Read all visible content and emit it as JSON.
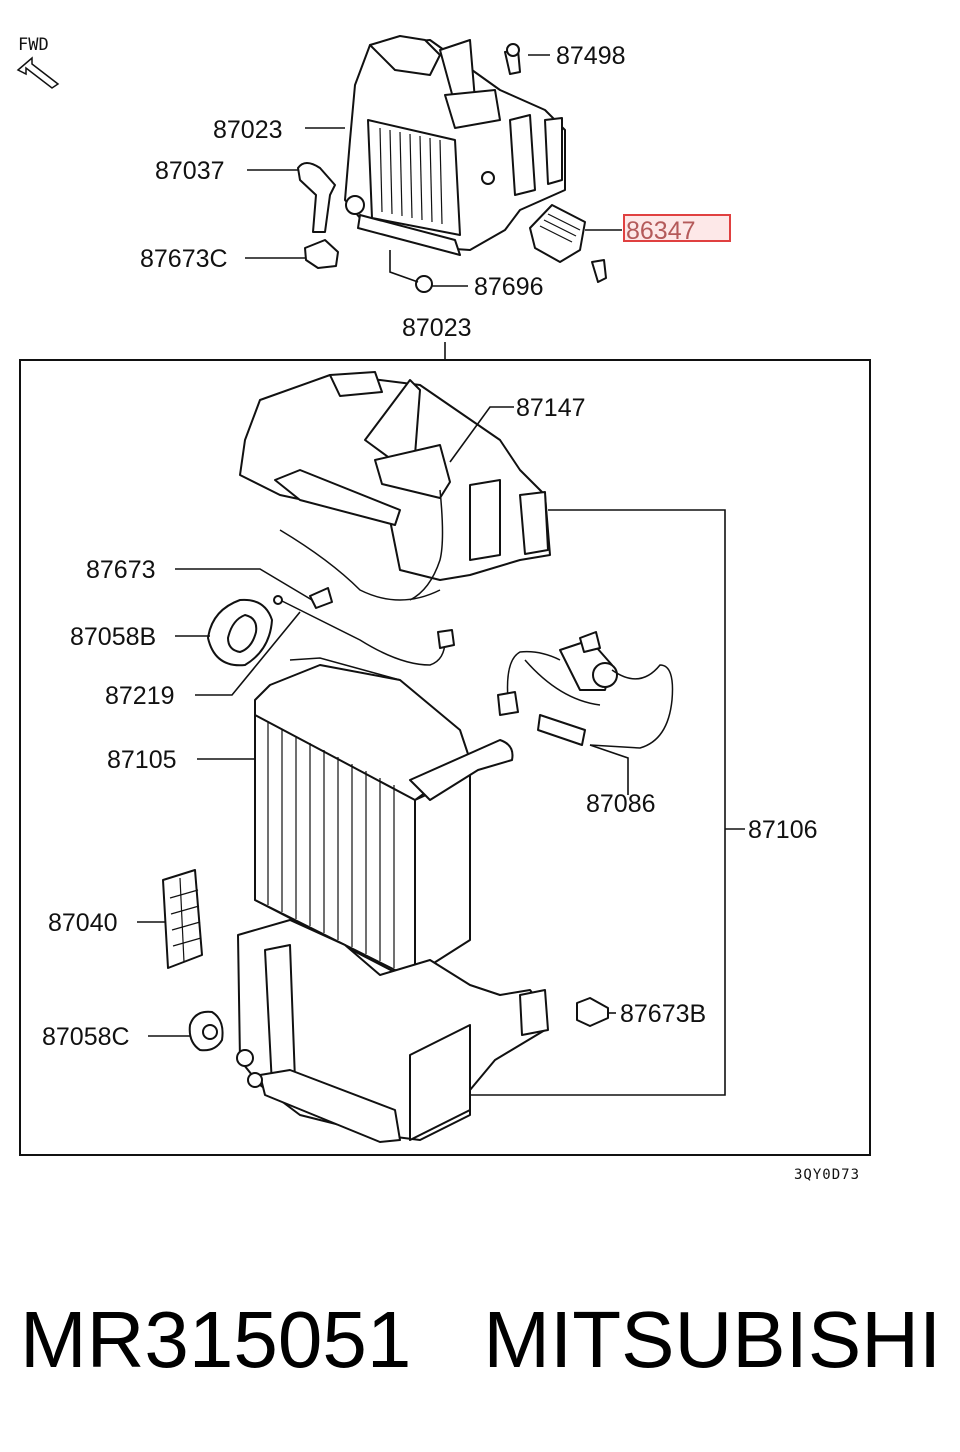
{
  "diagram": {
    "fwd_label": "FWD",
    "drawing_code": "3QY0D73",
    "highlighted_part": "86347",
    "labels": {
      "p87498": "87498",
      "p87023_top": "87023",
      "p87037": "87037",
      "p87673C": "87673C",
      "p87696": "87696",
      "p86347": "86347",
      "p87023_box": "87023",
      "p87147": "87147",
      "p87673": "87673",
      "p87058B": "87058B",
      "p87219": "87219",
      "p87105": "87105",
      "p87086": "87086",
      "p87106": "87106",
      "p87040": "87040",
      "p87058C": "87058C",
      "p87673B": "87673B"
    }
  },
  "footer": {
    "part_number": "MR315051",
    "brand": "MITSUBISHI"
  },
  "colors": {
    "line": "#111111",
    "highlight_border": "#e04040",
    "highlight_fill": "#fde8e8",
    "highlight_text": "#b45a5a"
  }
}
